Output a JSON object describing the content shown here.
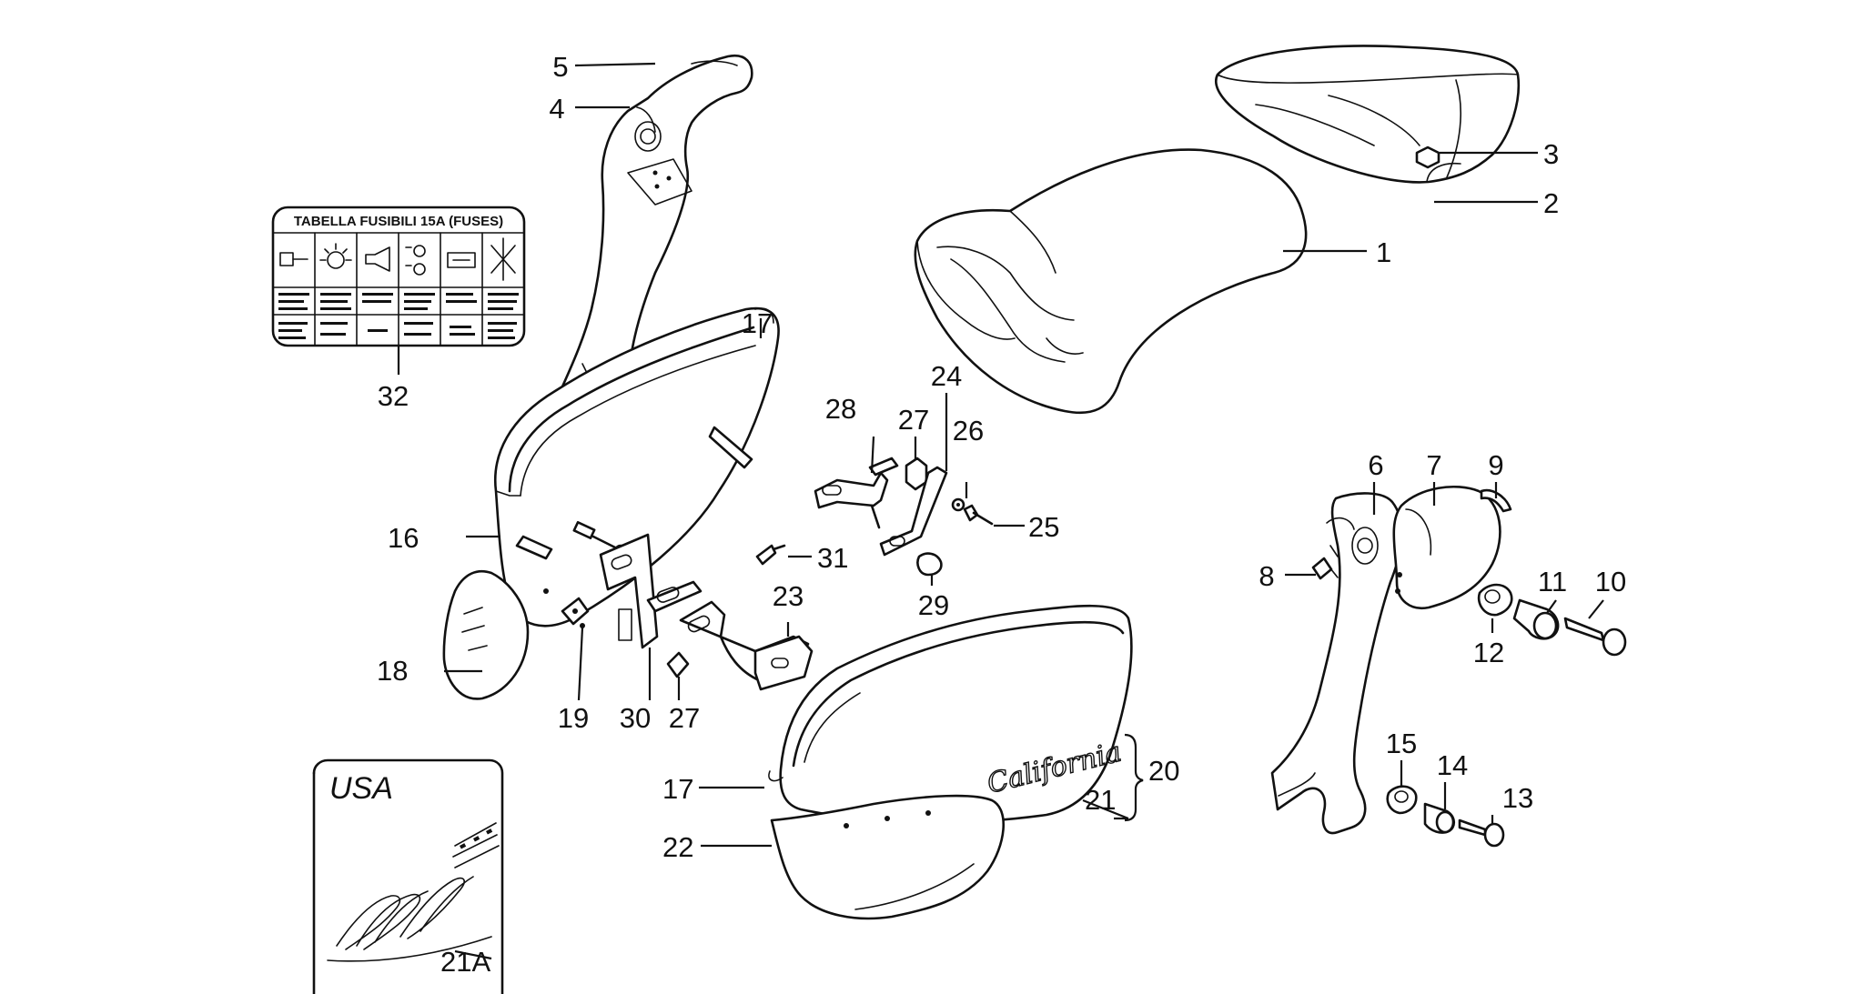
{
  "callouts": {
    "c1": "1",
    "c2": "2",
    "c3": "3",
    "c4": "4",
    "c5": "5",
    "c6": "6",
    "c7": "7",
    "c8": "8",
    "c9": "9",
    "c10": "10",
    "c11": "11",
    "c12": "12",
    "c13": "13",
    "c14": "14",
    "c15": "15",
    "c16": "16",
    "c17a": "17",
    "c17b": "17",
    "c18": "18",
    "c19": "19",
    "c20": "20",
    "c21": "21",
    "c21a": "21A",
    "c22": "22",
    "c23": "23",
    "c24": "24",
    "c25": "25",
    "c26": "26",
    "c27a": "27",
    "c27b": "27",
    "c28": "28",
    "c29": "29",
    "c30": "30",
    "c31": "31",
    "c32": "32"
  },
  "fuse_label": {
    "header": "TABELLA FUSIBILI 15A (FUSES)"
  },
  "usa_box": {
    "title": "USA"
  },
  "side_cover_script": "California"
}
